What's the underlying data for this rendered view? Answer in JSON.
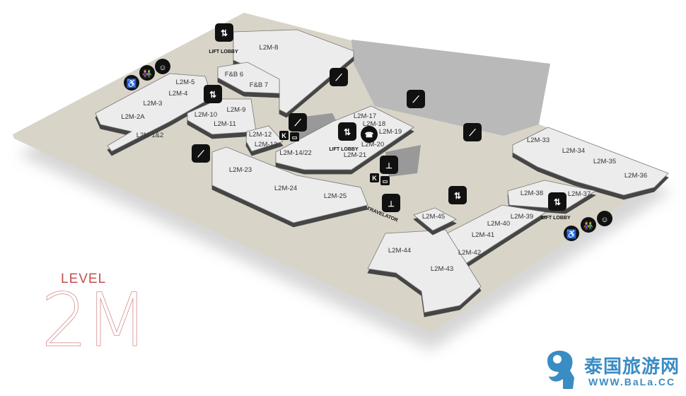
{
  "level_label": "LEVEL",
  "level_number": "2M",
  "stores": [
    "L2M-8",
    "F&B 6",
    "F&B 7",
    "L2M-5",
    "L2M-4",
    "L2M-3",
    "L2M-2A",
    "L2M-1&2",
    "L2M-10",
    "L2M-9",
    "L2M-11",
    "L2M-12",
    "L2M-13",
    "L2M-14/22",
    "L2M-17",
    "L2M-18",
    "L2M-19",
    "L2M-20",
    "L2M-21",
    "L2M-23",
    "L2M-24",
    "L2M-25",
    "L2M-33",
    "L2M-34",
    "L2M-35",
    "L2M-36",
    "L2M-37",
    "L2M-38",
    "L2M-39",
    "L2M-40",
    "L2M-41",
    "L2M-42",
    "L2M-43",
    "L2M-44",
    "L2M-45"
  ],
  "lift_lobby_label": "LIFT LOBBY",
  "travelator_label": "TRAVELATOR",
  "kiosk_label": "K",
  "watermark": {
    "chinese": "泰国旅游网",
    "url": "WWW.BaLa.CC"
  },
  "colors": {
    "floor": "#d8d4c8",
    "parking": "#b9b9b9",
    "store": "#ececec",
    "accent": "#c0504d",
    "logo": "#3a8cc4"
  }
}
